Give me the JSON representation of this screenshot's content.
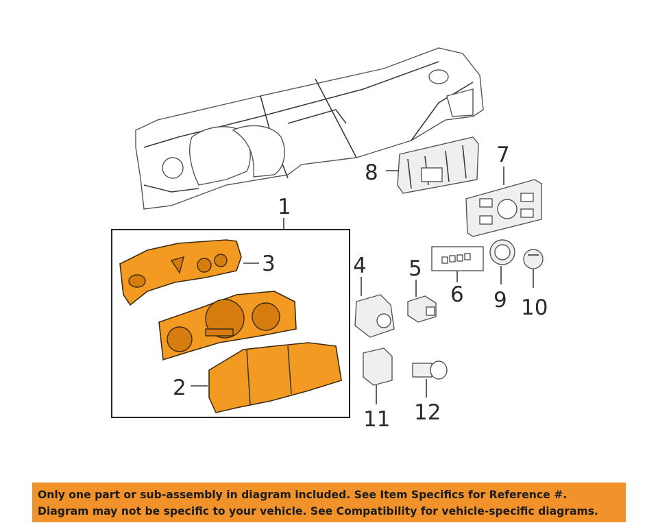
{
  "callouts": {
    "c1": "1",
    "c2": "2",
    "c3": "3",
    "c4": "4",
    "c5": "5",
    "c6": "6",
    "c7": "7",
    "c8": "8",
    "c9": "9",
    "c10": "10",
    "c11": "11",
    "c12": "12"
  },
  "disclaimer": {
    "line1": "Only one part or sub-assembly in diagram included. See Item Specifics for Reference #.",
    "line2": "Diagram may not be specific to your vehicle. See Compatibility for vehicle-specific diagrams."
  },
  "colors": {
    "highlight": "#f39a22",
    "banner": "#f1922b",
    "outline": "#555555"
  }
}
